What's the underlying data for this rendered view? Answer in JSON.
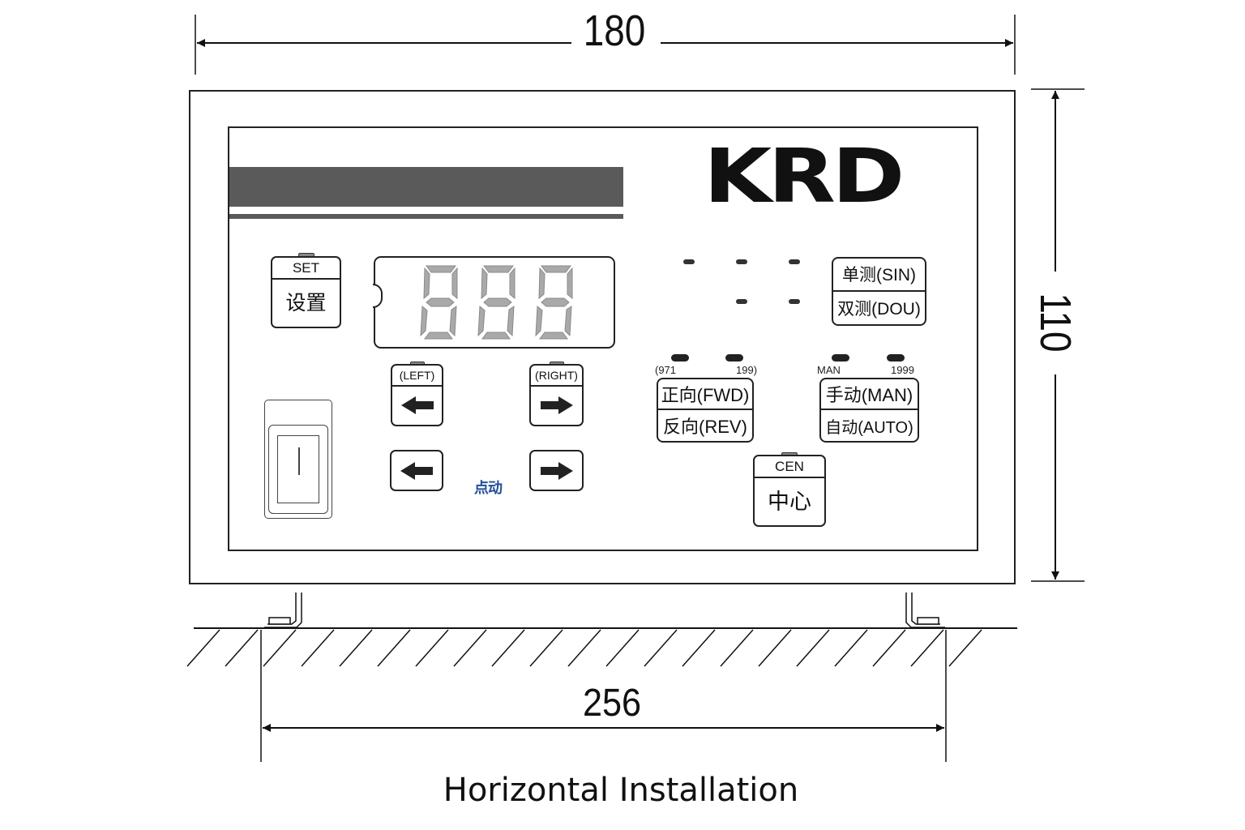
{
  "drawing": {
    "title": "Horizontal Installation",
    "dimensions": {
      "width_top": "180",
      "height_right": "110",
      "mount_spacing_bottom": "256"
    }
  },
  "panel": {
    "brand_logo": "KRD",
    "display": {
      "digits": [
        "8",
        "8",
        "8"
      ],
      "segment_color": "#a9a9a9"
    },
    "set_key": {
      "label_en": "SET",
      "label_cn": "设置"
    },
    "left_key": {
      "label_en": "(LEFT)",
      "icon": "arrow-left-icon"
    },
    "right_key": {
      "label_en": "(RIGHT)",
      "icon": "arrow-right-icon"
    },
    "jog_left_key": {
      "icon": "arrow-left-icon"
    },
    "jog_right_key": {
      "icon": "arrow-right-icon"
    },
    "jog_label": "点动",
    "jog_label_color": "#1f4fa8",
    "sin_dou_key": {
      "top": "单测(SIN)",
      "bottom": "双测(DOU)"
    },
    "fwd_rev_key": {
      "indicator_left": "(971",
      "indicator_right": "199)",
      "top": "正向(FWD)",
      "bottom": "反向(REV)"
    },
    "man_auto_key": {
      "indicator_left": "MAN",
      "indicator_right": "1999",
      "top": "手动(MAN)",
      "bottom": "自动(AUTO)"
    },
    "cen_key": {
      "label_en": "CEN",
      "label_cn": "中心"
    },
    "power_switch": {
      "state_mark": "|"
    }
  }
}
